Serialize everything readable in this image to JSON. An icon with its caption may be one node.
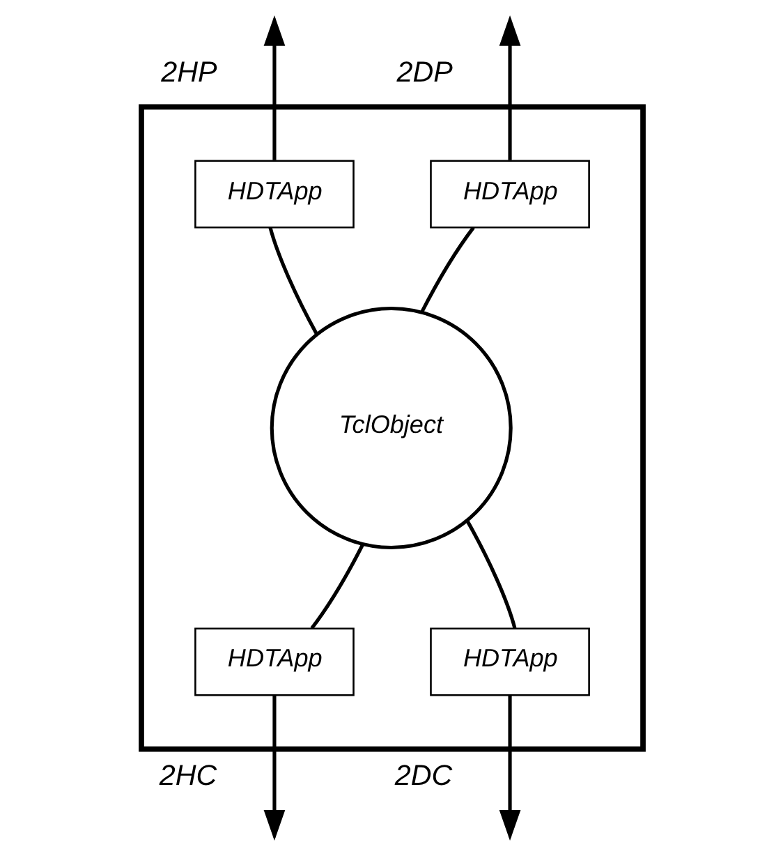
{
  "diagram": {
    "nodes": [
      {
        "text": [],
        "shape": "box"
      },
      {
        "text": [
          "HDTApp"
        ],
        "in": 0
      },
      {
        "text": [
          "HDTApp"
        ],
        "in": 0
      },
      {
        "text": [
          "TclObject"
        ],
        "in": 0
      },
      {
        "text": [
          "HDTApp"
        ],
        "in": 0
      },
      {
        "text": [
          "HDTApp"
        ],
        "in": 0
      }
    ],
    "edges": [
      {
        "from": 1,
        "to": null,
        "arrow": "to",
        "label": "2HP"
      },
      {
        "from": 2,
        "to": null,
        "arrow": "to",
        "label": "2DP"
      },
      {
        "from": 1,
        "to": 3,
        "arrow": "none"
      },
      {
        "from": 2,
        "to": 3,
        "arrow": "none"
      },
      {
        "from": 4,
        "to": 3,
        "arrow": "none"
      },
      {
        "from": 5,
        "to": 3,
        "arrow": "none"
      },
      {
        "from": 4,
        "to": null,
        "arrow": "to",
        "label": "2HC"
      },
      {
        "from": 5,
        "to": null,
        "arrow": "to",
        "label": "2DC"
      }
    ]
  }
}
